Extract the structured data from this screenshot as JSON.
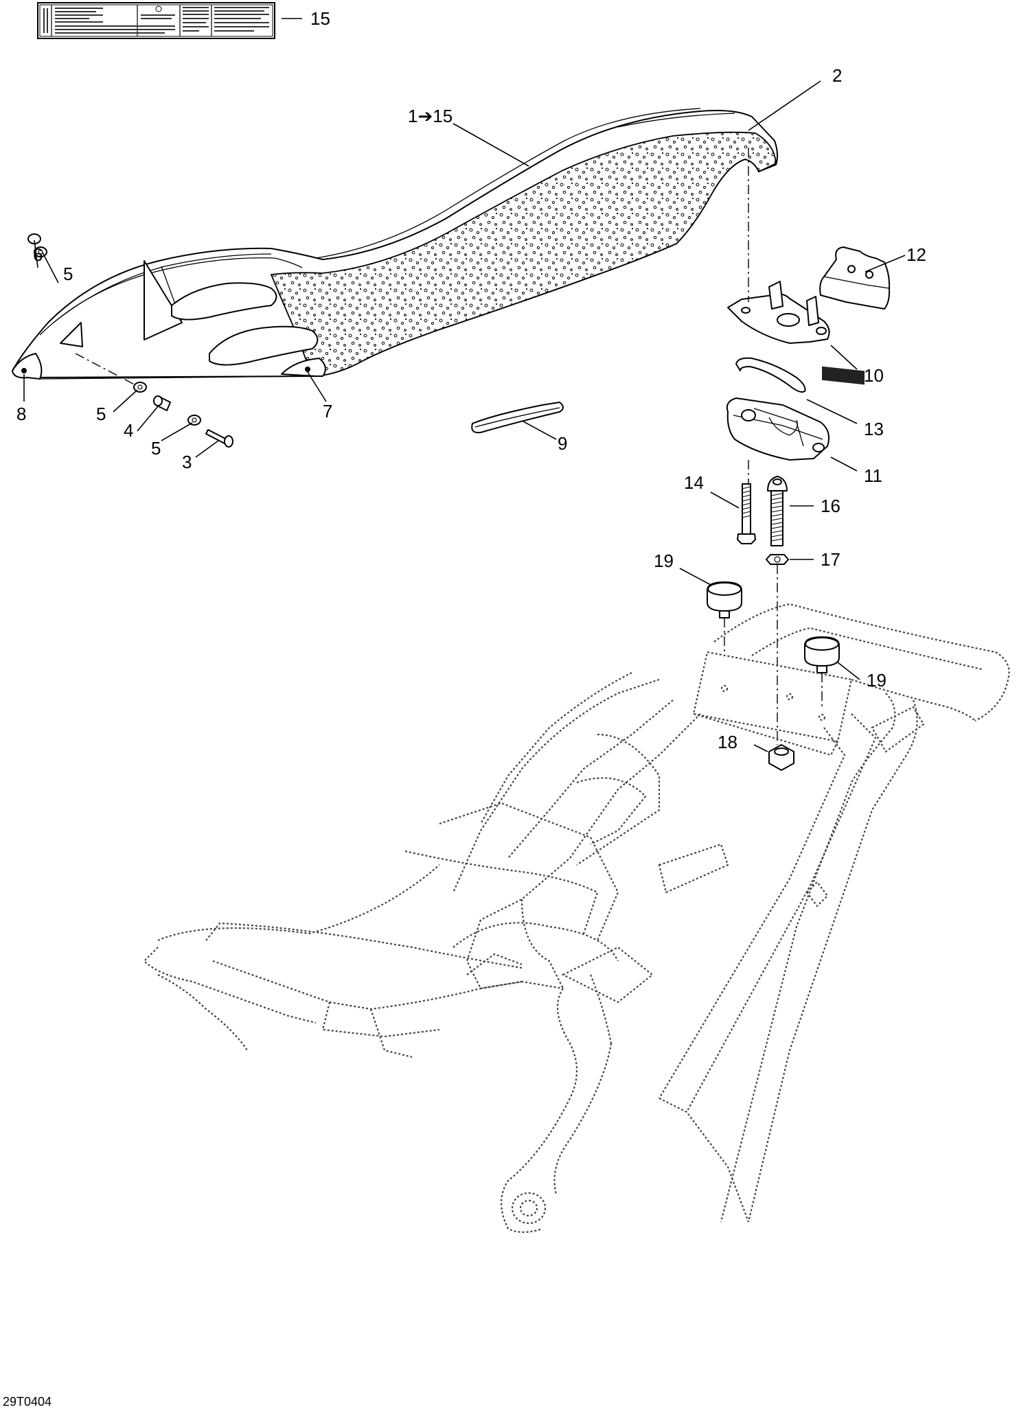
{
  "diagram": {
    "drawing_id": "29T0404",
    "callouts": {
      "c1": "1➔15",
      "c2": "2",
      "c3": "3",
      "c4": "4",
      "c5a": "5",
      "c5b": "5",
      "c5c": "5",
      "c6": "6",
      "c7": "7",
      "c8": "8",
      "c9": "9",
      "c10": "10",
      "c11": "11",
      "c12": "12",
      "c13": "13",
      "c14": "14",
      "c15": "15",
      "c16": "16",
      "c17": "17",
      "c18": "18",
      "c19a": "19",
      "c19b": "19"
    }
  }
}
